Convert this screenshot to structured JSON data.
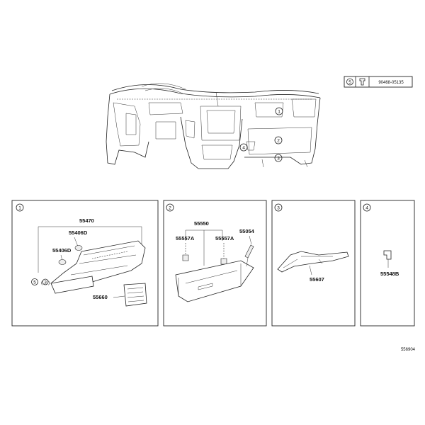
{
  "callout_box": {
    "index": "5",
    "part_no": "90468-05135"
  },
  "overview_callouts": [
    "1",
    "2",
    "4",
    "3"
  ],
  "panels": [
    {
      "index": "1",
      "labels": [
        "55470",
        "55406D",
        "55406D",
        "55660"
      ],
      "ref_note": "5",
      "ref_note2": "3"
    },
    {
      "index": "2",
      "labels": [
        "55550",
        "55557A",
        "55557A",
        "55054"
      ]
    },
    {
      "index": "3",
      "labels": [
        "55607"
      ]
    },
    {
      "index": "4",
      "labels": [
        "55548B"
      ]
    }
  ],
  "illustration_code": "556904"
}
